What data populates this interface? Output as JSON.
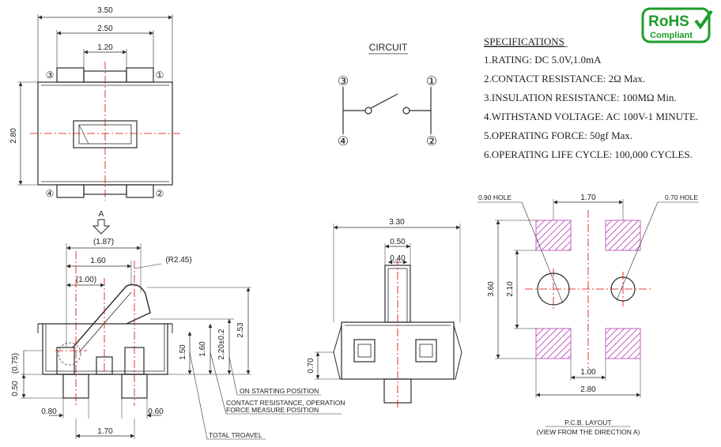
{
  "specs": {
    "title": "SPECIFICATIONS",
    "items": [
      "1.RATING: DC 5.0V,1.0mA",
      "2.CONTACT RESISTANCE: 2Ω Max.",
      "3.INSULATION RESISTANCE: 100MΩ Min.",
      "4.WITHSTAND VOLTAGE: AC 100V-1 MINUTE.",
      "5.OPERATING FORCE: 50gf Max.",
      "6.OPERATING LIFE CYCLE: 100,000 CYCLES."
    ]
  },
  "badge": {
    "line1": "RoHS",
    "line2": "Compliant"
  },
  "circuit": {
    "title": "CIRCUIT",
    "pins": [
      "③",
      "①",
      "④",
      "②"
    ]
  },
  "top_view": {
    "dims": [
      "3.50",
      "2.50",
      "1.20",
      "2.80"
    ],
    "pins": [
      "③",
      "①",
      "④",
      "②"
    ]
  },
  "side_view": {
    "arrow_label": "A",
    "dims": [
      "(1.87)",
      "1.60",
      "(R2.45)",
      "(1.00)",
      "2.20±0.2",
      "2.53",
      "1.50",
      "1.60",
      "0.50",
      "(0.75)",
      "0.80",
      "0.60",
      "1.70"
    ],
    "notes": [
      "ON STARTING POSITION",
      "CONTACT RESISTANCE, OPERATION",
      "FORCE MEASURE POSITION",
      "TOTAL TROAVEL"
    ]
  },
  "front_view": {
    "dims": [
      "3.30",
      "0.50",
      "0.40",
      "0.70"
    ]
  },
  "pcb": {
    "dims": [
      "0.90 HOLE",
      "1.70",
      "0.70 HOLE",
      "3.60",
      "2.10",
      "1.00",
      "2.80"
    ],
    "caption": [
      "P.C.B.  LAYOUT",
      "(VIEW FROM THE DIRECTION A)"
    ]
  },
  "colors": {
    "line": "#2b2b2b",
    "center": "#e00000",
    "pad": "#c060c0",
    "badge": "#1e9c2a"
  }
}
